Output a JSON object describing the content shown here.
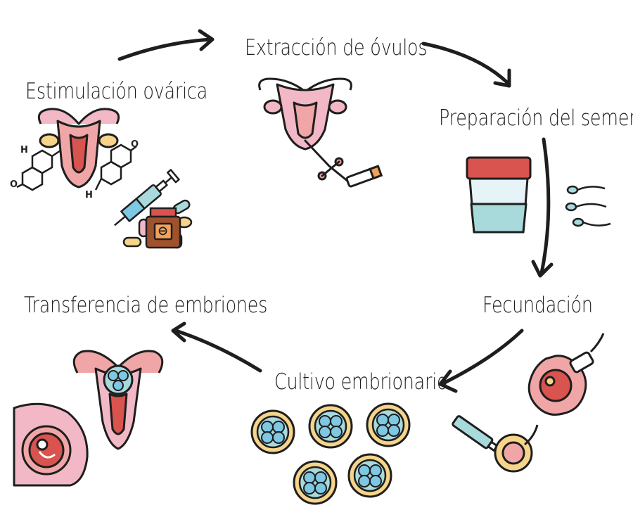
{
  "diagram": {
    "steps": [
      {
        "id": "stimulation",
        "label": "Estimulación ovárica"
      },
      {
        "id": "retrieval",
        "label": "Extracción de óvulos"
      },
      {
        "id": "semen",
        "label": "Preparación del semen"
      },
      {
        "id": "fertilization",
        "label": "Fecundación"
      },
      {
        "id": "culture",
        "label": "Cultivo embrionario"
      },
      {
        "id": "transfer",
        "label": "Transferencia de embriones"
      }
    ],
    "molecule_atoms": [
      "H",
      "O",
      "O",
      "H"
    ],
    "pill_bottle_symbol": "⊖",
    "icons": [
      "uterus-icon",
      "molecule-icon",
      "syringe-icon",
      "pills-icon",
      "pill-bottle-icon",
      "sample-cup-icon",
      "sperm-icon",
      "egg-cell-icon",
      "microneedle-icon",
      "embryo-icon",
      "pregnancy-icon"
    ],
    "colors": {
      "pink": "#f2b8c6",
      "uterus": "#f0a6a6",
      "red": "#d9534f",
      "embryo": "#7ec8e3",
      "outline": "#1e1e1e",
      "orange": "#f4a259"
    }
  }
}
